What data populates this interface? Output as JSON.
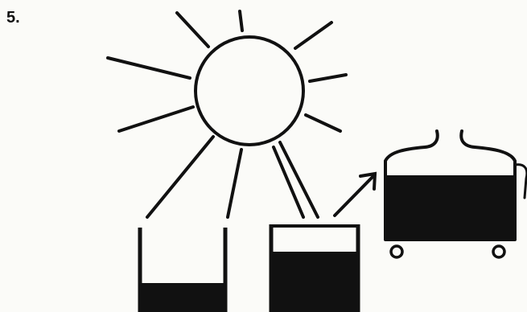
{
  "item_number": "5.",
  "colors": {
    "ink": "#111111",
    "paper": "#fbfbf8"
  },
  "figures": {
    "sun": "sun-icon",
    "container_left": "container-low-level",
    "container_right": "container-high-level",
    "apparatus": "apparatus-on-wheels"
  }
}
